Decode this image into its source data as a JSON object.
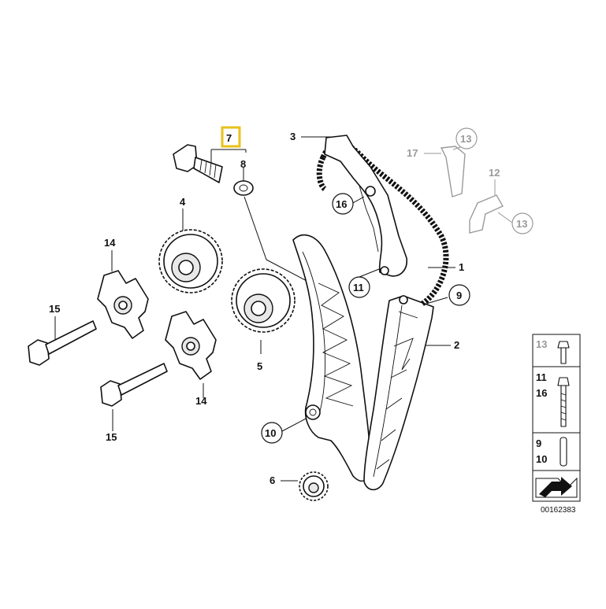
{
  "callouts": [
    {
      "id": "c1",
      "text": "1"
    },
    {
      "id": "c2",
      "text": "2"
    },
    {
      "id": "c3",
      "text": "3"
    },
    {
      "id": "c4",
      "text": "4"
    },
    {
      "id": "c5",
      "text": "5"
    },
    {
      "id": "c6",
      "text": "6"
    },
    {
      "id": "c7",
      "text": "7"
    },
    {
      "id": "c8",
      "text": "8"
    },
    {
      "id": "c9",
      "text": "9"
    },
    {
      "id": "c10",
      "text": "10"
    },
    {
      "id": "c11",
      "text": "11"
    },
    {
      "id": "c12",
      "text": "12"
    },
    {
      "id": "c13a",
      "text": "13"
    },
    {
      "id": "c13b",
      "text": "13"
    },
    {
      "id": "c14a",
      "text": "14"
    },
    {
      "id": "c14b",
      "text": "14"
    },
    {
      "id": "c15a",
      "text": "15"
    },
    {
      "id": "c15b",
      "text": "15"
    },
    {
      "id": "c16",
      "text": "16"
    },
    {
      "id": "c17",
      "text": "17"
    }
  ],
  "legend": {
    "row1": [
      "13"
    ],
    "row2": [
      "11",
      "16"
    ],
    "row3": [
      "9",
      "10"
    ]
  },
  "diagram_id": "00162383",
  "highlight_color": "#e8c21a"
}
